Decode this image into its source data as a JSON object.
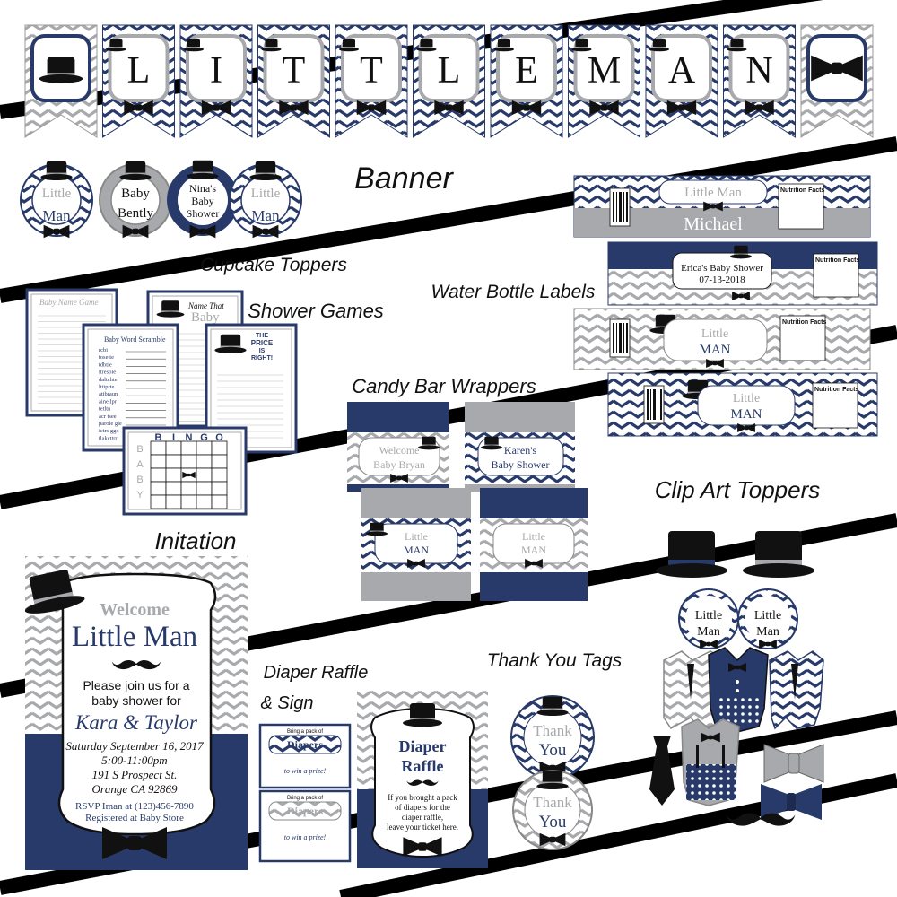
{
  "colors": {
    "navy": "#283a6a",
    "gray": "#a7a9ac",
    "black": "#111111",
    "white": "#ffffff"
  },
  "banner": {
    "letters": [
      "L",
      "I",
      "T",
      "T",
      "L",
      "E",
      "M",
      "A",
      "N"
    ]
  },
  "section_labels": {
    "banner": "Banner",
    "cupcake": "Cupcake Toppers",
    "games": "Shower Games",
    "water": "Water Bottle Labels",
    "candy": "Candy Bar Wrappers",
    "clipart": "Clip Art Toppers",
    "invitation": "Initation",
    "diaper": "Diaper Raffle",
    "diaper2": "& Sign",
    "thankyou": "Thank You Tags"
  },
  "cupcake_toppers": [
    {
      "line1": "Little",
      "line2": "Man"
    },
    {
      "line1": "Baby",
      "line2": "Bently"
    },
    {
      "line1": "Nina's",
      "line2": "Baby",
      "line3": "Shower"
    },
    {
      "line1": "Little",
      "line2": "Man"
    }
  ],
  "water_labels": [
    {
      "title": "Little Man",
      "name": "Michael",
      "facts": "Nutrition Facts"
    },
    {
      "title": "Erica's Baby Shower",
      "date": "07-13-2018",
      "facts": "Nutrition Facts"
    },
    {
      "line1": "Little",
      "line2": "MAN",
      "facts": "Nutrition Facts"
    },
    {
      "line1": "Little",
      "line2": "MAN",
      "facts": "Nutrition Facts"
    }
  ],
  "games": {
    "name_game": "Baby Name Game",
    "word_scramble": "Baby Word Scramble",
    "name_that": "Name That",
    "name_that2": "Baby",
    "price1": "THE",
    "price2": "PRICE",
    "price3": "IS",
    "price4": "RIGHT!",
    "scramble_words": [
      "rcbi",
      "tosette",
      "tdbtie",
      "ltresole",
      "daltchte",
      "lttiprte",
      "atibraun",
      "aineilpr",
      "tetltn",
      "acr tsee",
      "parole gle",
      "ictrs ggo",
      "tlakcttrr"
    ],
    "bingo": [
      "B",
      "I",
      "N",
      "G",
      "O"
    ],
    "baby": [
      "B",
      "A",
      "B",
      "Y"
    ]
  },
  "candy": [
    {
      "line1": "Welcome",
      "line2": "Baby Bryan"
    },
    {
      "line1": "Karen's",
      "line2": "Baby Shower"
    },
    {
      "line1": "Little",
      "line2": "MAN"
    },
    {
      "line1": "Little",
      "line2": "MAN"
    }
  ],
  "invitation": {
    "welcome": "Welcome",
    "title": "Little Man",
    "join1": "Please join us for a",
    "join2": "baby shower for",
    "names": "Kara & Taylor",
    "date": "Saturday September 16, 2017",
    "time": "5:00-11:00pm",
    "address": "191 S Prospect St.",
    "city": "Orange CA 92869",
    "rsvp": "RSVP Iman at (123)456-7890",
    "registered": "Registered at Baby Store"
  },
  "raffle_tickets": [
    {
      "top": "Bring a pack of",
      "title": "Diapers",
      "mid": "to win a prize!"
    },
    {
      "top": "Bring a pack of",
      "title": "Diapers",
      "mid": "to win a prize!"
    }
  ],
  "raffle_sign": {
    "line1": "Diaper",
    "line2": "Raffle",
    "b1": "If you brought a pack",
    "b2": "of diapers for the",
    "b3": "diaper raffle,",
    "b4": "leave your ticket here."
  },
  "thank_you": [
    {
      "line1": "Thank",
      "line2": "You"
    },
    {
      "line1": "Thank",
      "line2": "You"
    }
  ],
  "clipart_circles": [
    {
      "line1": "Little",
      "line2": "Man"
    },
    {
      "line1": "Little",
      "line2": "Man"
    }
  ]
}
